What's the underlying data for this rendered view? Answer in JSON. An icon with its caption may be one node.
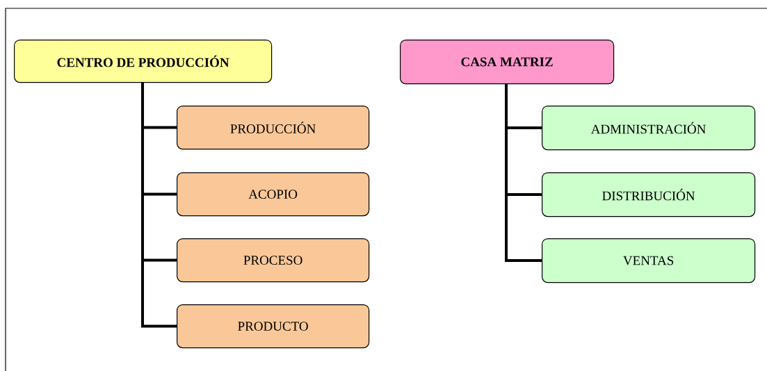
{
  "diagram": {
    "nodes": [
      {
        "text": [
          "CENTRO DE PRODUCCIÓN"
        ]
      },
      {
        "text": [
          "PRODUCCIÓN"
        ]
      },
      {
        "text": [
          "ACOPIO"
        ]
      },
      {
        "text": [
          "PROCESO"
        ]
      },
      {
        "text": [
          "PRODUCTO"
        ]
      },
      {
        "text": [
          "CASA MATRIZ"
        ]
      },
      {
        "text": [
          "ADMINISTRACIÓN"
        ]
      },
      {
        "text": [
          "DISTRIBUCIÓN"
        ]
      },
      {
        "text": [
          "VENTAS"
        ]
      }
    ],
    "edges": [
      {
        "from": 0,
        "to": 1,
        "arrow": "none"
      },
      {
        "from": 0,
        "to": 2,
        "arrow": "none"
      },
      {
        "from": 0,
        "to": 3,
        "arrow": "none"
      },
      {
        "from": 0,
        "to": 4,
        "arrow": "none"
      },
      {
        "from": 5,
        "to": 6,
        "arrow": "none"
      },
      {
        "from": 5,
        "to": 7,
        "arrow": "none"
      },
      {
        "from": 5,
        "to": 8,
        "arrow": "none"
      }
    ]
  }
}
